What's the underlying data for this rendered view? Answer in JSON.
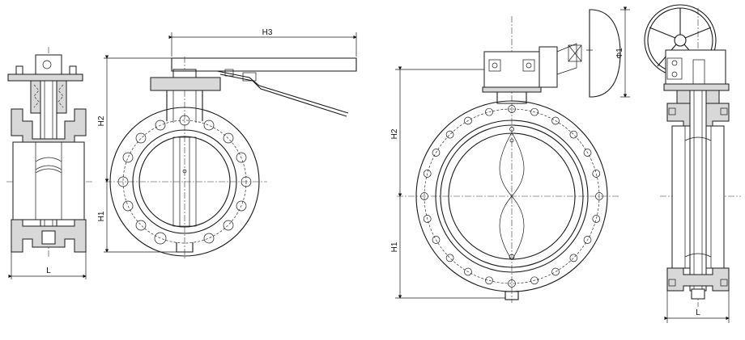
{
  "labels": {
    "view1_L": "L",
    "view2_H3": "H3",
    "view2_H2": "H2",
    "view2_H1": "H1",
    "view3_H2": "H2",
    "view3_H1": "H1",
    "view3_phi": "Φ1",
    "view4_L": "L"
  }
}
